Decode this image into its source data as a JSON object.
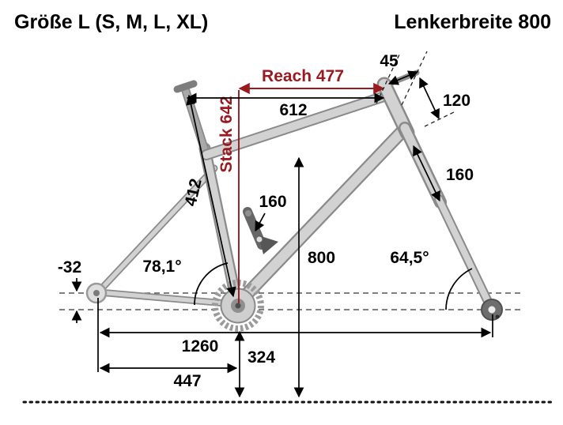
{
  "titles": {
    "left": "Größe L (S, M, L, XL)",
    "right": "Lenkerbreite 800"
  },
  "dimensions": {
    "reach": "Reach 477",
    "stack": "Stack 642",
    "top_tube_length": "612",
    "stem_length": "45",
    "head_tube_length": "120",
    "fork_length": "160",
    "shock_travel": "160",
    "seat_tube_length": "412",
    "seat_tube_angle": "78,1°",
    "standover_height": "800",
    "head_tube_angle": "64,5°",
    "bb_drop": "-32",
    "wheelbase": "1260",
    "bb_height": "324",
    "chainstay_length": "447"
  },
  "colors": {
    "dimension_red": "#9a1a20",
    "dimension_black": "#000000",
    "frame_fill": "#d2d2d2",
    "frame_outline": "#8a8a8a"
  }
}
